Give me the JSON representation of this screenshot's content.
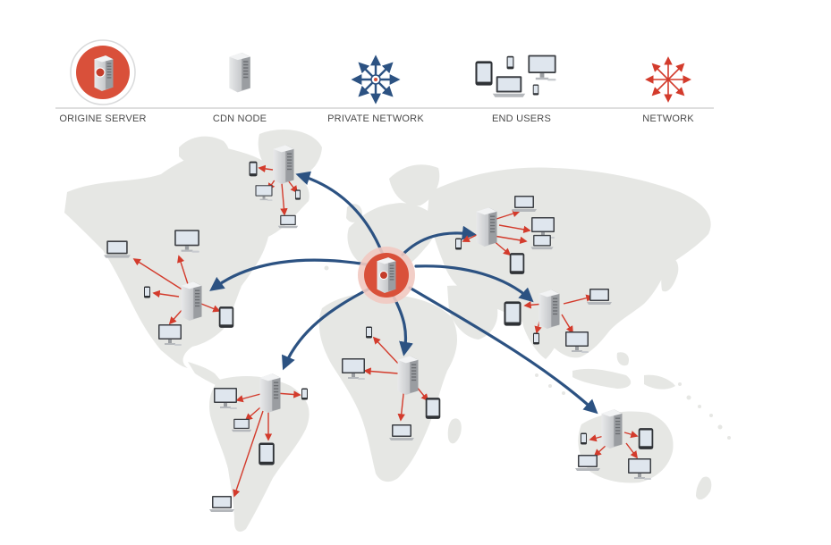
{
  "legend": {
    "items": [
      {
        "key": "origin",
        "label": "ORIGINE SERVER",
        "icon": "origin-server-icon"
      },
      {
        "key": "cdn",
        "label": "CDN NODE",
        "icon": "cdn-node-icon"
      },
      {
        "key": "private",
        "label": "PRIVATE NETWORK",
        "icon": "private-network-icon"
      },
      {
        "key": "users",
        "label": "END USERS",
        "icon": "end-users-icon"
      },
      {
        "key": "network",
        "label": "NETWORK",
        "icon": "network-icon"
      }
    ]
  },
  "colors": {
    "land": "#e6e7e4",
    "ocean": "#ffffff",
    "private_link": "#2c5282",
    "network_link": "#d33b2c",
    "origin_badge": "#d9503a",
    "origin_ring": "#f1c9c1",
    "server_body": "#b9bcc0",
    "legend_rule": "#bdbdbd"
  },
  "nodes": {
    "origin": {
      "name": "origin-server"
    },
    "cdn": [
      {
        "name": "cdn-node-canada"
      },
      {
        "name": "cdn-node-north-america"
      },
      {
        "name": "cdn-node-south-america"
      },
      {
        "name": "cdn-node-africa"
      },
      {
        "name": "cdn-node-russia"
      },
      {
        "name": "cdn-node-asia"
      },
      {
        "name": "cdn-node-australia"
      }
    ]
  }
}
